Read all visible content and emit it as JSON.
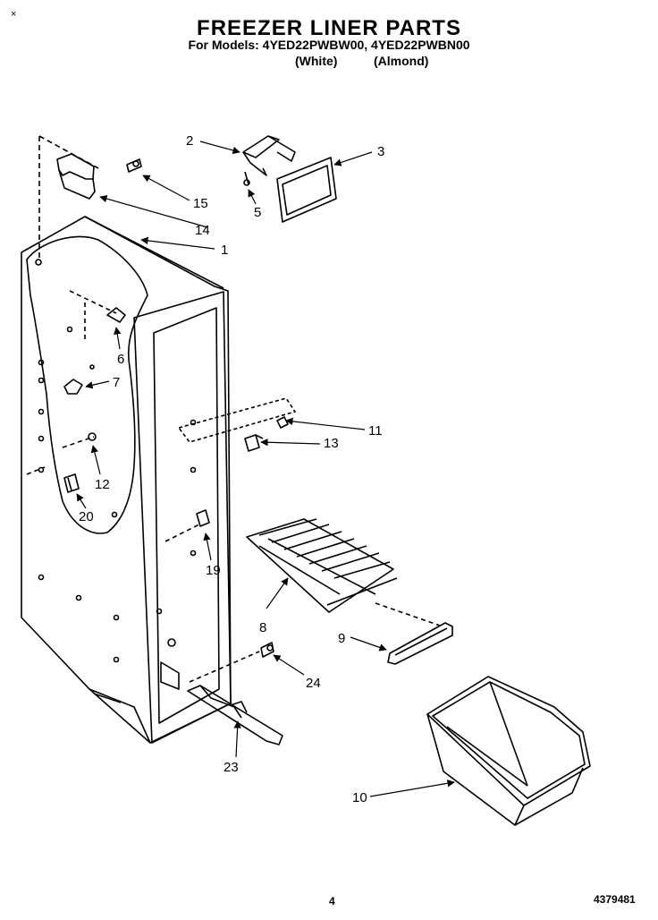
{
  "header": {
    "title": "FREEZER LINER PARTS",
    "models": "For Models: 4YED22PWBW00, 4YED22PWBN00",
    "color_white": "(White)",
    "color_almond": "(Almond)"
  },
  "callouts": [
    "1",
    "2",
    "3",
    "5",
    "6",
    "7",
    "8",
    "9",
    "10",
    "11",
    "12",
    "13",
    "14",
    "15",
    "19",
    "20",
    "23",
    "24"
  ],
  "footer": {
    "page_number": "4",
    "part_number": "4379481"
  },
  "corner_mark": "×"
}
